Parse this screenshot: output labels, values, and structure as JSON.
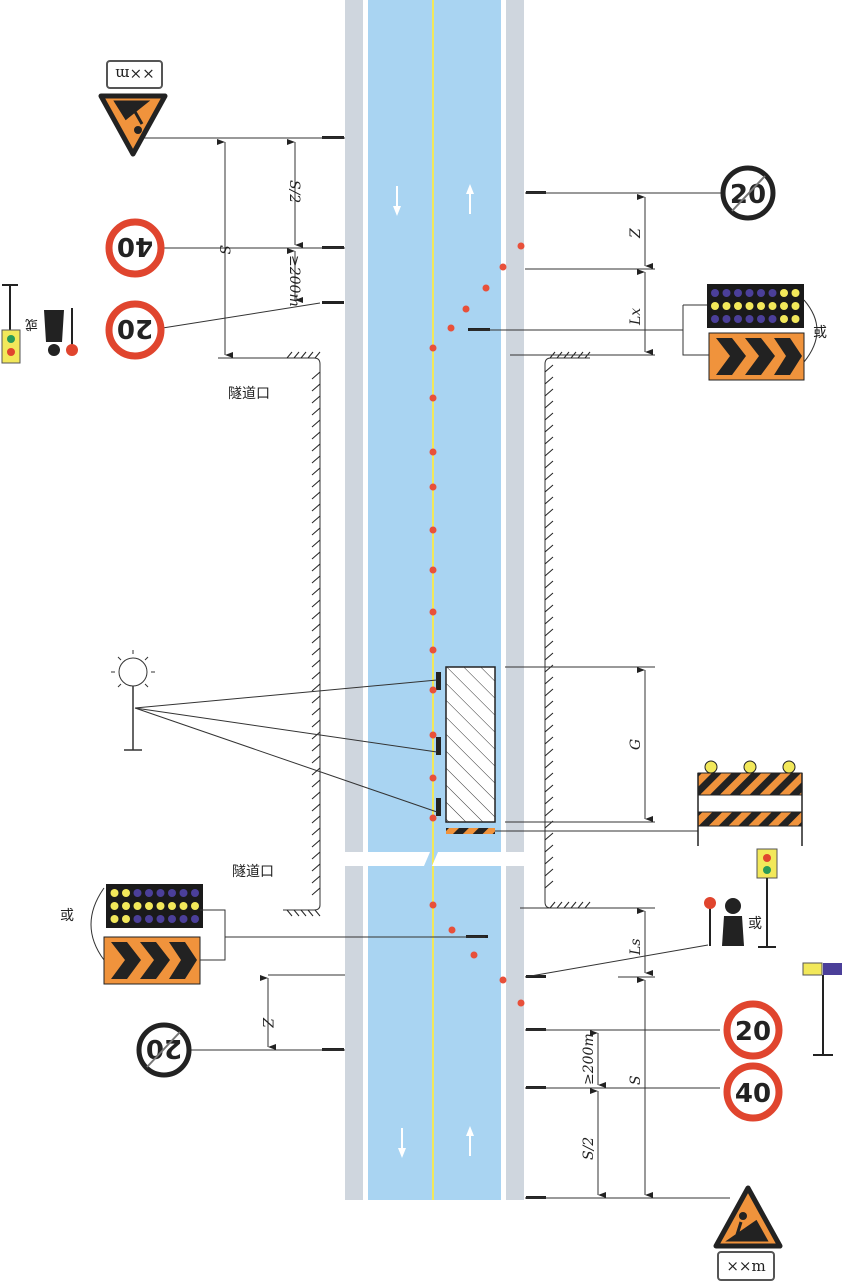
{
  "labels": {
    "tunnel_entrance_top": "隧道口",
    "tunnel_entrance_bottom": "隧道口",
    "or": "或",
    "distance_plate": "××m",
    "dim_S": "S",
    "dim_S_half": "S/2",
    "dim_200m": "≥200m",
    "dim_Z": "Z",
    "dim_Lx": "Lx",
    "dim_Ls": "Ls",
    "dim_G": "G"
  },
  "signs": {
    "speed_limit_40": "40",
    "speed_limit_20": "20",
    "end_speed_limit_20": "20"
  },
  "colors": {
    "lane": "#a9d4f2",
    "shoulder": "#cfd6de",
    "center_line": "#f2e85a",
    "cone": "#e8503a",
    "warning_orange": "#f0933c",
    "sign_red": "#e0452e"
  }
}
